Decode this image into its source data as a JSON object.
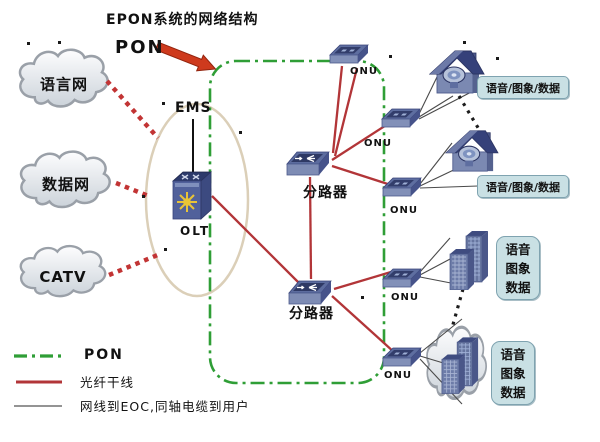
{
  "title": "EPON系统的网络结构",
  "pon_arrow_label": "PON",
  "clouds": [
    {
      "label": "语言网"
    },
    {
      "label": "数据网"
    },
    {
      "label": "CATV"
    }
  ],
  "core": {
    "ems": "EMS",
    "olt": "OLT"
  },
  "splitters": [
    {
      "label": "分路器"
    },
    {
      "label": "分路器"
    }
  ],
  "onus": [
    {
      "label": "ONU"
    },
    {
      "label": "ONU"
    },
    {
      "label": "ONU"
    },
    {
      "label": "ONU"
    },
    {
      "label": "ONU"
    }
  ],
  "subscribers": [
    {
      "type": "house",
      "label": "语音/图象/数据"
    },
    {
      "type": "house",
      "label": "语音/图象/数据"
    },
    {
      "type": "building",
      "label_lines": [
        "语音",
        "图象",
        "数据"
      ]
    },
    {
      "type": "building-in-cloud",
      "label_lines": [
        "语音",
        "图象",
        "数据"
      ]
    }
  ],
  "legend": [
    {
      "label": "PON",
      "line_style": "green-dash-dot"
    },
    {
      "label": "光纤干线",
      "line_style": "red-solid"
    },
    {
      "label": "网线到EOC,同轴电缆到用户",
      "line_style": "thin-gray"
    }
  ],
  "colors": {
    "pon_line": "#2f9e36",
    "fiber_line": "#b23538",
    "subscriber_line": "#4a4a4a",
    "cloud_link_dotted": "#c23434",
    "arrow": "#ce3a1d",
    "device_blue": "#5e6ea0",
    "callout_fill": "#c9e0e4",
    "callout_border": "#7fa3b0",
    "ellipse_outline": "#dbcfb8"
  }
}
